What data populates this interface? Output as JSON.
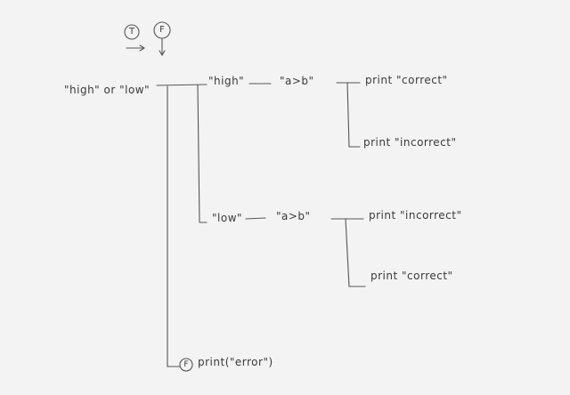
{
  "legend": {
    "true_mark": "T",
    "false_mark": "F"
  },
  "nodes": {
    "root": "\"high\" or \"low\"",
    "branch_high": "\"high\"",
    "cond_high": "\"a>b\"",
    "high_true": "print \"correct\"",
    "high_false": "print \"incorrect\"",
    "branch_low": "\"low\"",
    "cond_low": "\"a>b\"",
    "low_true": "print \"incorrect\"",
    "low_false": "print \"correct\"",
    "error_mark": "F",
    "error": "print(\"error\")"
  }
}
